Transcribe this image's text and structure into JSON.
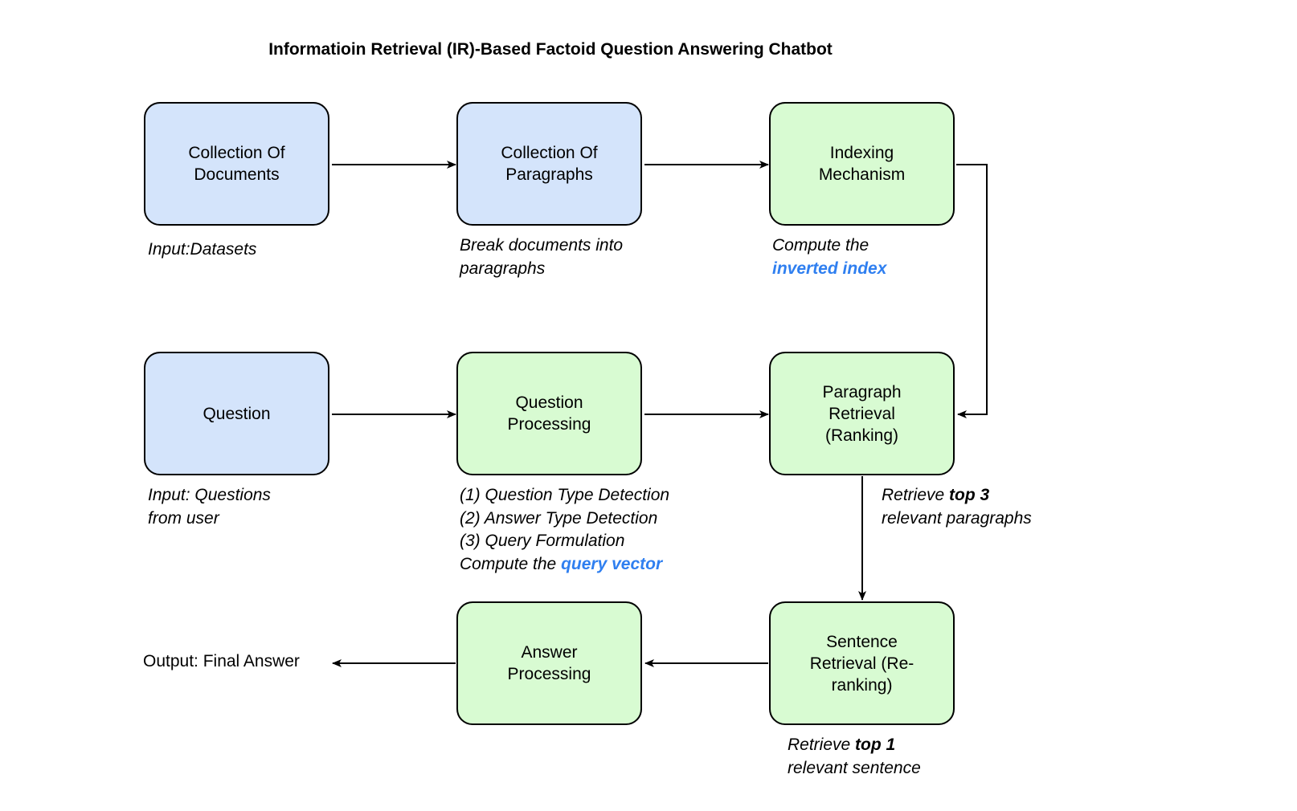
{
  "title": "Informatioin Retrieval (IR)-Based Factoid Question Answering Chatbot",
  "colors": {
    "input_box": "#d4e4fb",
    "process_box": "#d8fbd2",
    "highlight": "#2f7ff0"
  },
  "boxes": {
    "documents": "Collection Of Documents",
    "paragraphs": "Collection Of Paragraphs",
    "indexing": "Indexing Mechanism",
    "question": "Question",
    "question_processing": "Question Processing",
    "paragraph_retrieval": "Paragraph Retrieval (Ranking)",
    "sentence_retrieval": "Sentence Retrieval (Re-ranking)",
    "answer_processing": "Answer Processing"
  },
  "notes": {
    "datasets": "Input:Datasets",
    "break_1": "Break documents into",
    "break_2": "paragraphs",
    "index_1": "Compute the",
    "index_2": "inverted index",
    "q_input_1": "Input: Questions",
    "q_input_2": "from user",
    "qp_1": "(1) Question Type Detection",
    "qp_2": "(2) Answer Type Detection",
    "qp_3": "(3) Query Formulation",
    "qp_4": "Compute the ",
    "qp_4_hl": "query vector",
    "pr_1a": "Retrieve ",
    "pr_1b": "top 3",
    "pr_2": "relevant paragraphs",
    "sr_1a": "Retrieve ",
    "sr_1b": "top 1",
    "sr_2": "relevant sentence",
    "output": "Output: Final Answer"
  }
}
